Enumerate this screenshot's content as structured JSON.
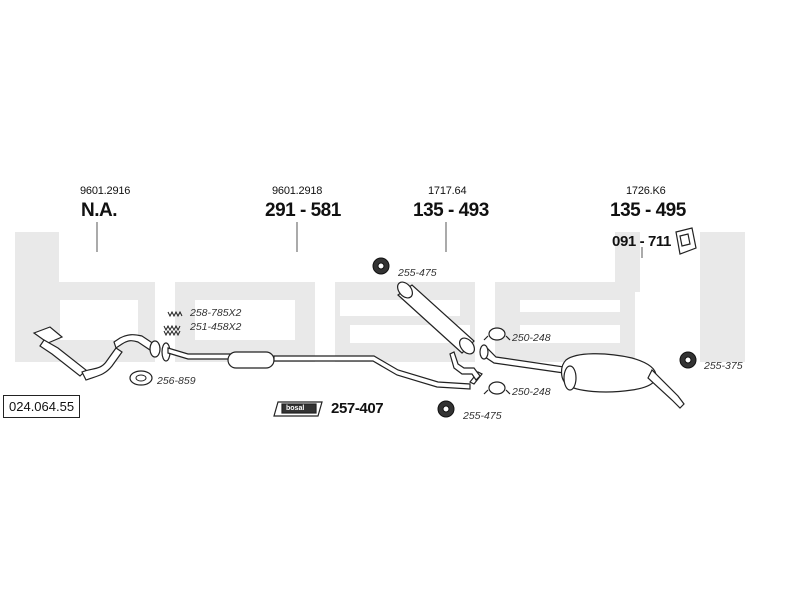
{
  "diagram": {
    "code": "024.064.55",
    "brand": "bosal",
    "watermark": "bosal",
    "colors": {
      "line": "#222222",
      "watermark": "#e9e9e9",
      "fill": "#ffffff"
    },
    "parts": [
      {
        "id": "front",
        "small": "9601.2916",
        "big": "N.A."
      },
      {
        "id": "middle",
        "small": "9601.2918",
        "big": "291 - 581"
      },
      {
        "id": "center-silencer",
        "small": "1717.64",
        "big": "135 - 493"
      },
      {
        "id": "rear-silencer",
        "small": "1726.K6",
        "big": "135 - 495",
        "extra": "091 - 711"
      }
    ],
    "refs": {
      "springs": "258-785X2",
      "bolts": "251-458X2",
      "gasket": "256-859",
      "mount_top": "255-475",
      "clamp_top": "250-248",
      "clamp_bottom": "250-248",
      "mount_bottom": "255-475",
      "rear_mount": "255-375"
    },
    "kit": {
      "label": "257-407",
      "logo": "bosal"
    }
  }
}
